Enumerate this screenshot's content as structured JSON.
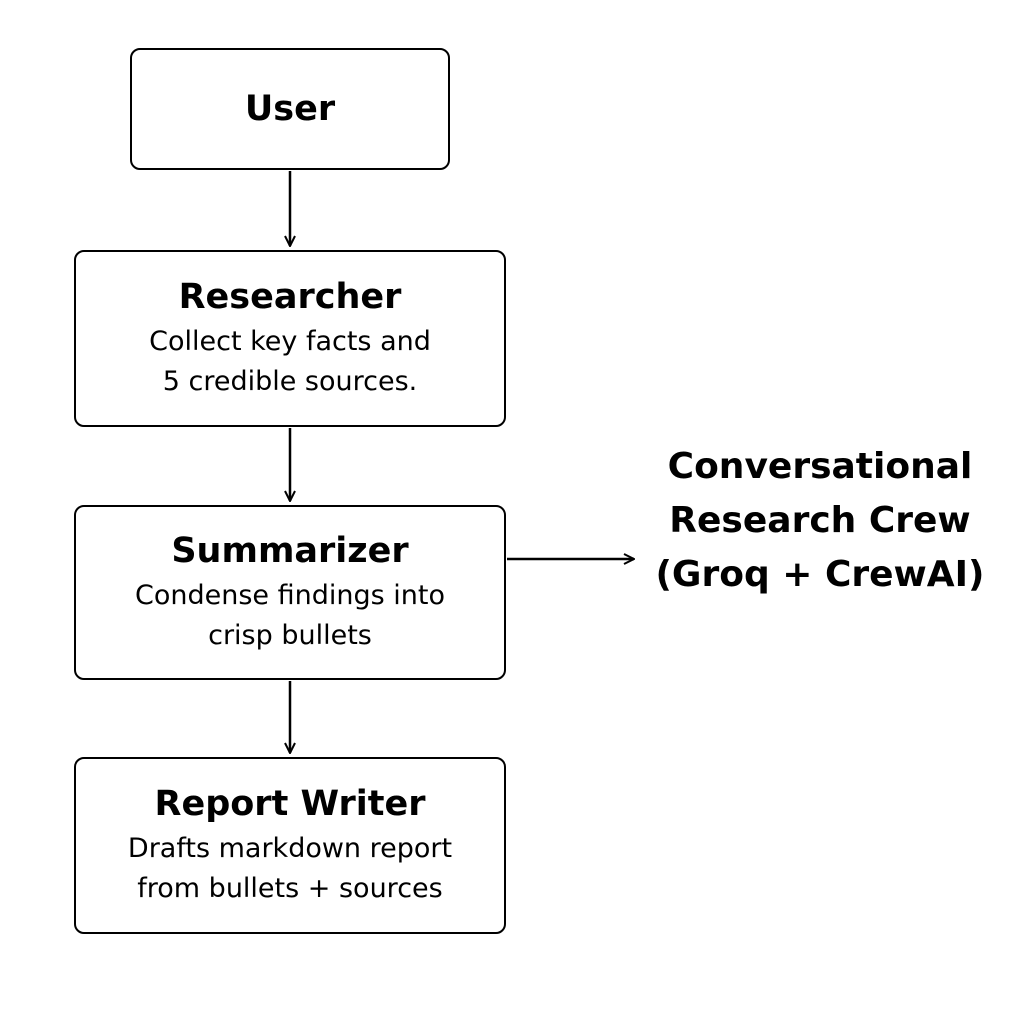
{
  "colors": {
    "stroke": "#000000",
    "background": "#ffffff",
    "text": "#000000"
  },
  "nodes": {
    "user": {
      "title": "User"
    },
    "researcher": {
      "title": "Researcher",
      "description": [
        "Collect key facts and",
        "5 credible sources."
      ]
    },
    "summarizer": {
      "title": "Summarizer",
      "description": [
        "Condense findings into",
        "crisp bullets"
      ]
    },
    "report_writer": {
      "title": "Report Writer",
      "description": [
        "Drafts markdown report",
        "from bullets + sources"
      ]
    }
  },
  "side_title": [
    "Conversational",
    "Research Crew",
    "(Groq + CrewAI)"
  ],
  "edges": [
    {
      "from": "User",
      "to": "Researcher"
    },
    {
      "from": "Researcher",
      "to": "Summarizer"
    },
    {
      "from": "Summarizer",
      "to": "Report Writer"
    },
    {
      "from": "Summarizer",
      "to": "Conversational Research Crew (Groq + CrewAI)"
    }
  ]
}
